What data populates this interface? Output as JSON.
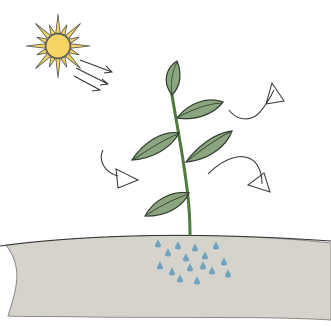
{
  "scene": {
    "subject": "plant",
    "elements": [
      "sun",
      "sunlight-rays",
      "plant-stem",
      "leaves",
      "air-arrows",
      "soil",
      "water-droplets"
    ]
  },
  "colors": {
    "sun_fill": "#f6d566",
    "sun_stroke": "#555555",
    "leaf_fill": "#8aa57f",
    "leaf_stroke": "#2e3a2b",
    "stem": "#4f7a3e",
    "soil": "#d6d3cd",
    "soil_stroke": "#8c8a85",
    "water": "#6fa3bf",
    "ink": "#333333"
  }
}
